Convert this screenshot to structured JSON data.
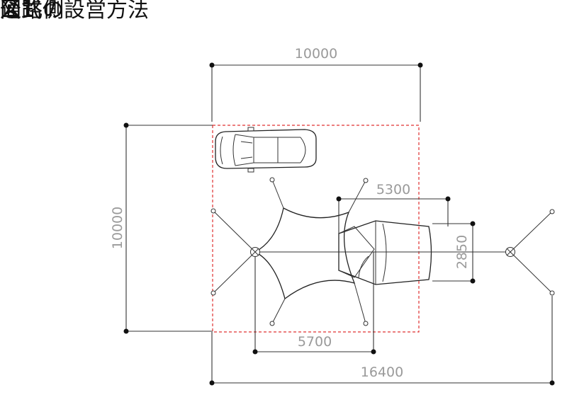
{
  "header": {
    "figure_label": "図1",
    "title": "公式の設営方法"
  },
  "labels": {
    "road_side": "通路側"
  },
  "dimensions": {
    "site_width": "10000",
    "site_depth": "10000",
    "tarp_span": "5700",
    "tent_length": "5300",
    "tent_width": "2850",
    "total_length": "16400"
  },
  "colors": {
    "site_boundary": "#e03030",
    "lines": "#222222",
    "dimension_text": "#9a9a9a"
  }
}
